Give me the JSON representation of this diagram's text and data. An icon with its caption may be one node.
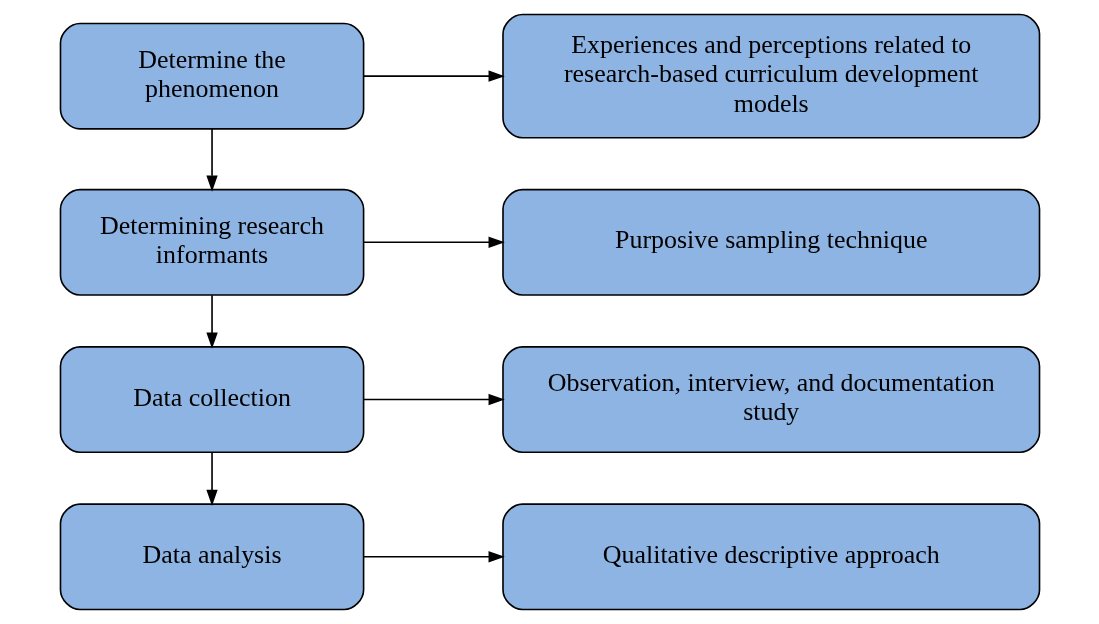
{
  "diagram": {
    "nodes": [
      {
        "text": [
          "Determine the phenomenon"
        ]
      },
      {
        "text": [
          "Experiences and perceptions related to research-based curriculum development models"
        ]
      },
      {
        "text": [
          "Determining research informants"
        ]
      },
      {
        "text": [
          "Purposive sampling technique"
        ]
      },
      {
        "text": [
          "Data collection"
        ]
      },
      {
        "text": [
          "Observation, interview, and documentation study"
        ]
      },
      {
        "text": [
          "Data analysis"
        ]
      },
      {
        "text": [
          "Qualitative descriptive approach"
        ]
      }
    ],
    "edges": [
      {
        "from": 0,
        "to": 1,
        "arrow": "to"
      },
      {
        "from": 0,
        "to": 2,
        "arrow": "to"
      },
      {
        "from": 2,
        "to": 3,
        "arrow": "to"
      },
      {
        "from": 2,
        "to": 4,
        "arrow": "to"
      },
      {
        "from": 4,
        "to": 5,
        "arrow": "to"
      },
      {
        "from": 4,
        "to": 6,
        "arrow": "to"
      },
      {
        "from": 6,
        "to": 7,
        "arrow": "to"
      }
    ]
  }
}
